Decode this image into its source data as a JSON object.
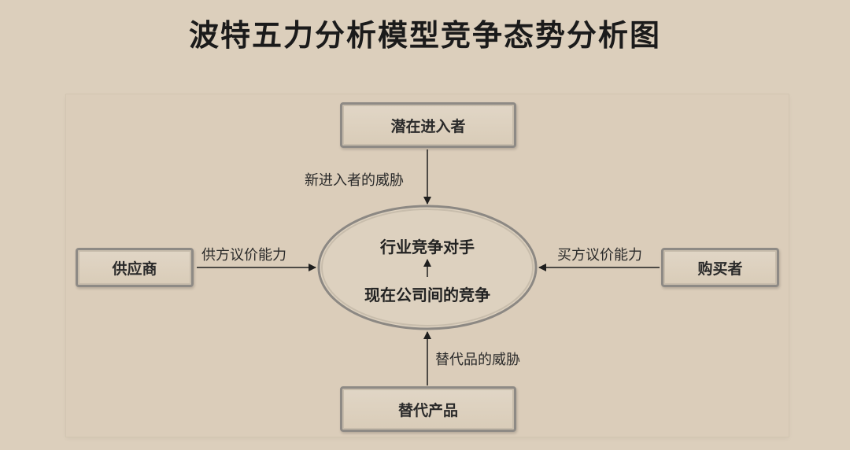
{
  "title": "波特五力分析模型竞争态势分析图",
  "boxes": {
    "top": "潜在进入者",
    "left": "供应商",
    "right": "购买者",
    "bottom": "替代产品"
  },
  "center": {
    "upper": "行业竞争对手",
    "lower": "现在公司间的竞争"
  },
  "arrow_labels": {
    "top": "新进入者的威胁",
    "left": "供方议价能力",
    "right": "买方议价能力",
    "bottom": "替代品的威胁"
  }
}
